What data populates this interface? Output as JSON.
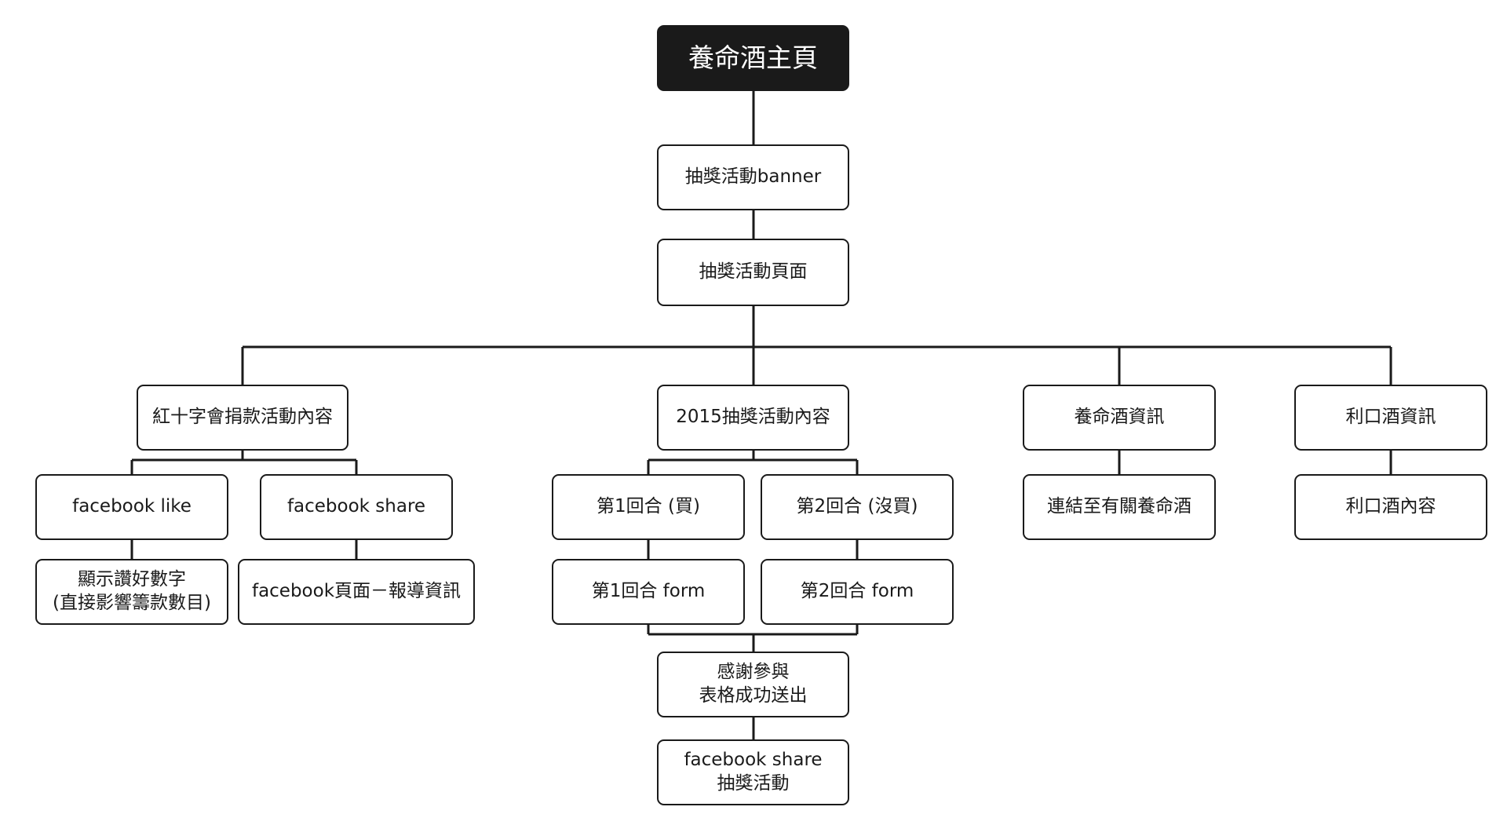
{
  "diagram": {
    "root": "養命酒主頁",
    "banner": "抽獎活動banner",
    "page": "抽獎活動頁面",
    "branches": {
      "red_cross": {
        "label": "紅十字會捐款活動內容",
        "fb_like": "facebook like",
        "fb_like_detail": "顯示讚好數字\n(直接影響籌款數目)",
        "fb_share": "facebook share",
        "fb_share_detail": "facebook頁面－報導資訊"
      },
      "lottery_2015": {
        "label": "2015抽獎活動內容",
        "round1": "第1回合 (買)",
        "round2": "第2回合 (沒買)",
        "round1_form": "第1回合 form",
        "round2_form": "第2回合 form",
        "thanks": "感謝參與\n表格成功送出",
        "share": "facebook share\n抽獎活動"
      },
      "yomeishu_info": {
        "label": "養命酒資訊",
        "link": "連結至有關養命酒"
      },
      "liqueur_info": {
        "label": "利口酒資訊",
        "content": "利口酒內容"
      }
    }
  }
}
